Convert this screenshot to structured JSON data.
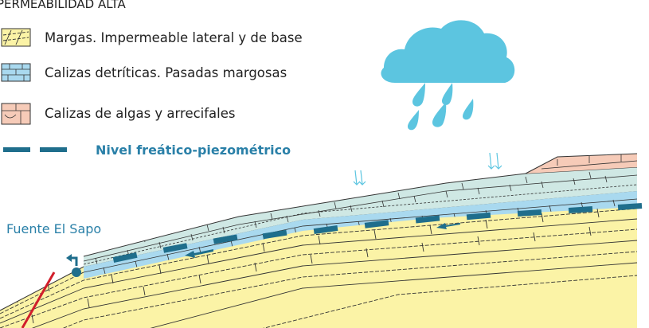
{
  "legend": {
    "title": "PERMEABILIDAD ALTA",
    "items": [
      {
        "label": "Margas. Impermeable lateral y de base",
        "icon": "marl-pattern-icon"
      },
      {
        "label": "Calizas detríticas. Pasadas margosas",
        "icon": "detrital-limestone-pattern-icon"
      },
      {
        "label": "Calizas de algas y arrecifales",
        "icon": "reef-limestone-pattern-icon"
      }
    ],
    "water_table_label": "Nivel freático-piezométrico"
  },
  "labels": {
    "spring": "Fuente El Sapo"
  },
  "colors": {
    "marl": "#fbf3a6",
    "detrital_limestone": "#a9d9ef",
    "upper_limestone": "#cfe8e4",
    "reef_limestone": "#f6cbb8",
    "water_table": "#1f6e8c",
    "cloud": "#5cc5e0",
    "fault": "#d11e2b",
    "label_blue": "#2a80a8"
  }
}
